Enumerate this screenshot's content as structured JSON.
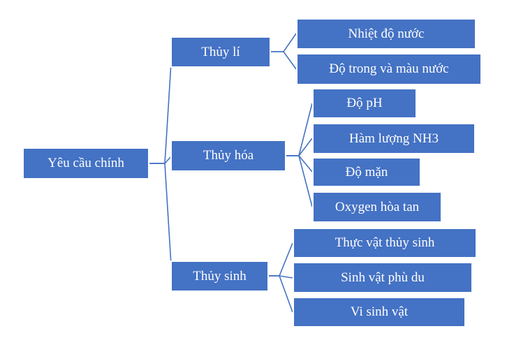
{
  "diagram": {
    "root": "Yêu cầu chính",
    "branches": [
      {
        "label": "Thủy lí",
        "children": [
          "Nhiệt độ nước",
          "Độ trong và màu nước"
        ]
      },
      {
        "label": "Thủy hóa",
        "children": [
          "Độ pH",
          "Hàm lượng NH3",
          "Độ mặn",
          "Oxygen  hòa tan"
        ]
      },
      {
        "label": "Thủy sinh",
        "children": [
          "Thực vật thủy sinh",
          "Sinh vật phù du",
          "Vi sinh vật"
        ]
      }
    ]
  }
}
